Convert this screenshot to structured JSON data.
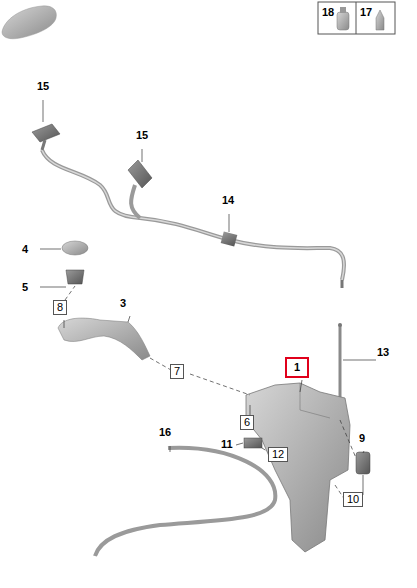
{
  "diagram": {
    "labels": [
      "18",
      "17",
      "15",
      "15",
      "14",
      "4",
      "5",
      "8",
      "3",
      "7",
      "1",
      "13",
      "6",
      "16",
      "11",
      "12",
      "9",
      "10"
    ]
  }
}
